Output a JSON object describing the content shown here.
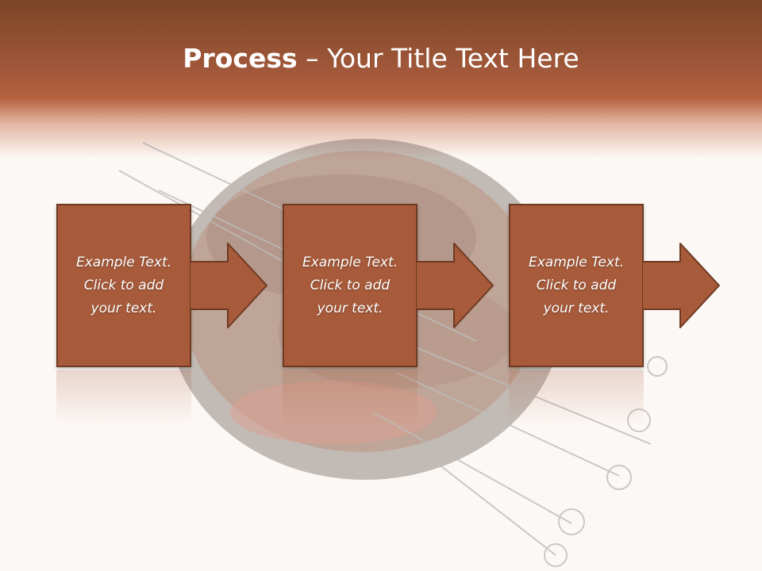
{
  "slide": {
    "title_bold": "Process",
    "title_dash": " – ",
    "title_rest": "Your Title Text Here"
  },
  "steps": [
    {
      "line1": "Example Text.",
      "line2": "Click  to add",
      "line3": "your text."
    },
    {
      "line1": "Example Text.",
      "line2": "Click  to add",
      "line3": "your text."
    },
    {
      "line1": "Example Text.",
      "line2": "Click  to add",
      "line3": "your text."
    }
  ],
  "colors": {
    "header_dark": "#7b4526",
    "box_fill": "#a85b3b",
    "box_border": "#6e3a22",
    "background": "#fcf8f5"
  },
  "icons": {
    "arrow": "arrow-right-icon",
    "background_photo": "grilled-skewers-photo"
  }
}
